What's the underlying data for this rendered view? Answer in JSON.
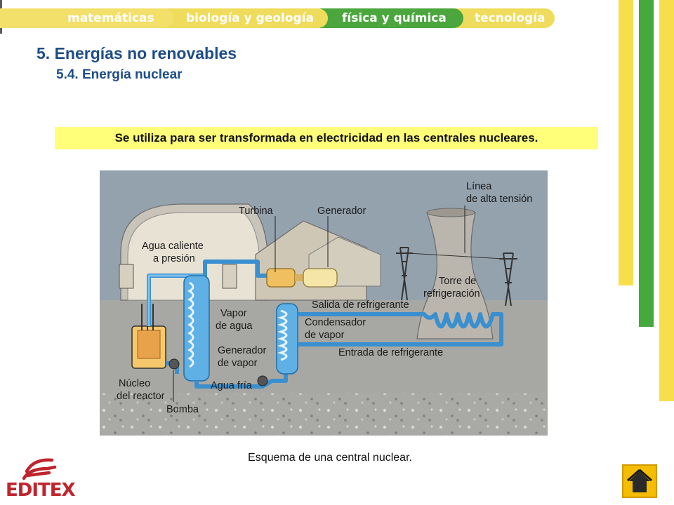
{
  "nav": {
    "tabs": [
      {
        "label": "matemáticas"
      },
      {
        "label": "biología y geología"
      },
      {
        "label": "física y química"
      },
      {
        "label": "tecnología"
      }
    ]
  },
  "header": {
    "title": "5. Energías no renovables",
    "subtitle": "5.4. Energía nuclear"
  },
  "statement": "Se utiliza para ser transformada en electricidad en las centrales nucleares.",
  "diagram": {
    "labels": {
      "linea_1": "Línea",
      "linea_2": "de alta tensión",
      "turbina": "Turbina",
      "generador": "Generador",
      "agua_caliente_1": "Agua caliente",
      "agua_caliente_2": "a presión",
      "torre_1": "Torre de",
      "torre_2": "refrigeración",
      "salida": "Salida de refrigerante",
      "vapor_1": "Vapor",
      "vapor_2": "de agua",
      "condensador_1": "Condensador",
      "condensador_2": "de vapor",
      "generador_vapor_1": "Generador",
      "generador_vapor_2": "de vapor",
      "entrada": "Entrada de refrigerante",
      "nucleo_1": "Núcleo",
      "nucleo_2": "del reactor",
      "agua_fria": "Agua fría",
      "bomba": "Bomba"
    }
  },
  "caption": "Esquema de una central nuclear.",
  "logo": {
    "text": "EDITEX",
    "icon": "editex-logo-icon"
  },
  "home": {
    "icon": "home-icon"
  },
  "colors": {
    "title": "#1e4d88",
    "yellow": "#f7df4b",
    "green": "#45a93c",
    "highlight": "#ffff7a",
    "brand": "#c0242c"
  }
}
